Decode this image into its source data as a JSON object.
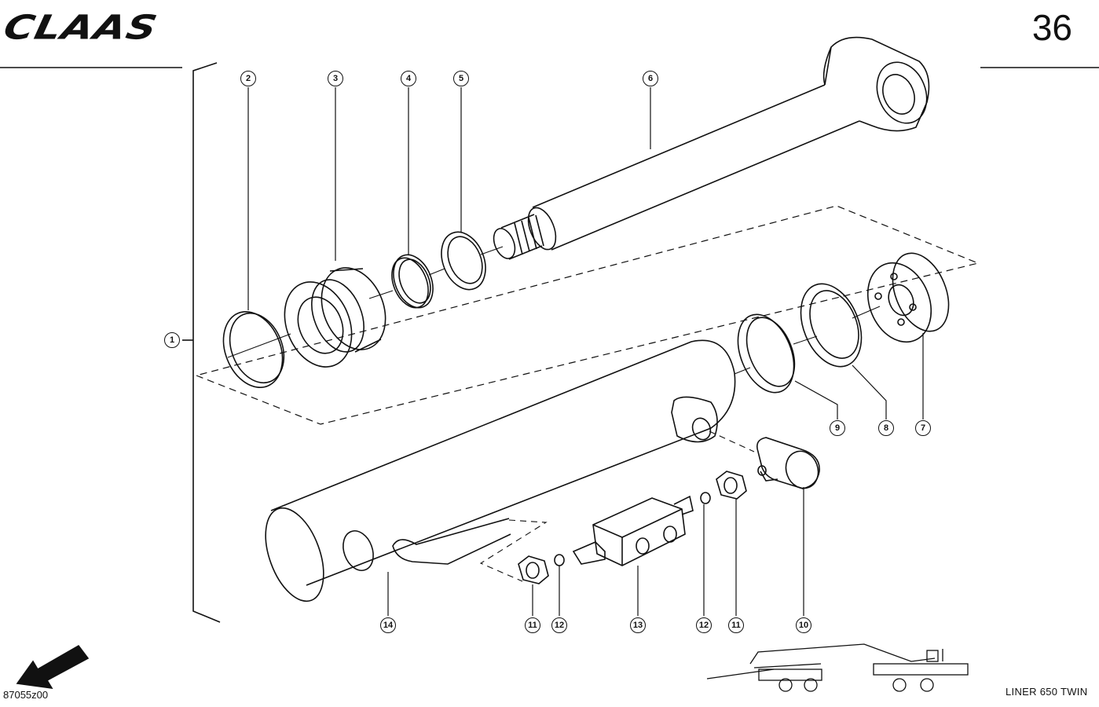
{
  "header": {
    "brand": "CLAAS",
    "page_number": "36"
  },
  "footer": {
    "drawing_number": "87055z00",
    "model": "LINER 650 TWIN"
  },
  "callouts": [
    "1",
    "2",
    "3",
    "4",
    "5",
    "6",
    "7",
    "8",
    "9",
    "10",
    "11",
    "12",
    "13",
    "14",
    "11",
    "12",
    "12",
    "11"
  ]
}
